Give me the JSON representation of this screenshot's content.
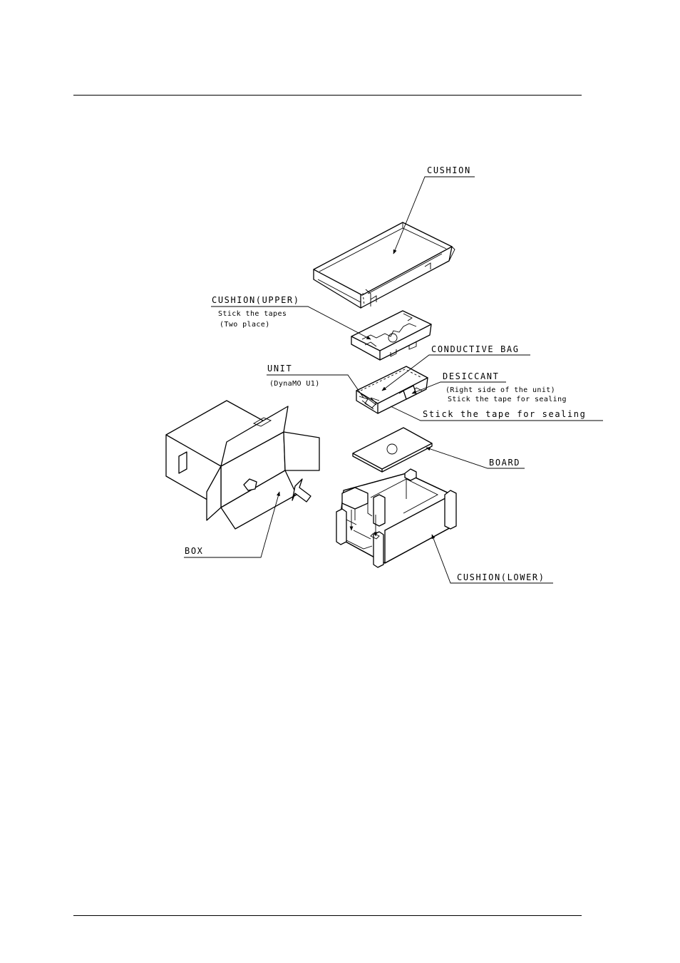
{
  "labels": {
    "cushion": "CUSHION",
    "cushion_upper": "CUSHION(UPPER)",
    "cushion_upper_note1": "Stick the tapes",
    "cushion_upper_note2": "(Two place)",
    "conductive_bag": "CONDUCTIVE BAG",
    "unit": "UNIT",
    "unit_model": "(DynaMO U1)",
    "desiccant": "DESICCANT",
    "desiccant_note1": "(Right side of the unit)",
    "desiccant_note2": "Stick the tape for sealing",
    "tape_sealing": "Stick the tape for sealing",
    "board": "BOARD",
    "box": "BOX",
    "cushion_lower": "CUSHION(LOWER)"
  }
}
